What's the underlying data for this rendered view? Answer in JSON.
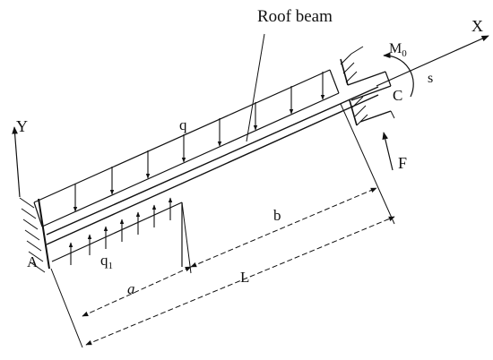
{
  "diagram": {
    "title_label": "Roof beam",
    "axis_x": "X",
    "axis_y": "Y",
    "moment_label": "M",
    "moment_sub": "0",
    "s_label": "s",
    "point_a": "A",
    "point_c": "C",
    "force_label": "F",
    "load_q": "q",
    "load_q1": "q",
    "load_q1_sub": "1",
    "dim_a": "a",
    "dim_b": "b",
    "dim_l": "L"
  }
}
